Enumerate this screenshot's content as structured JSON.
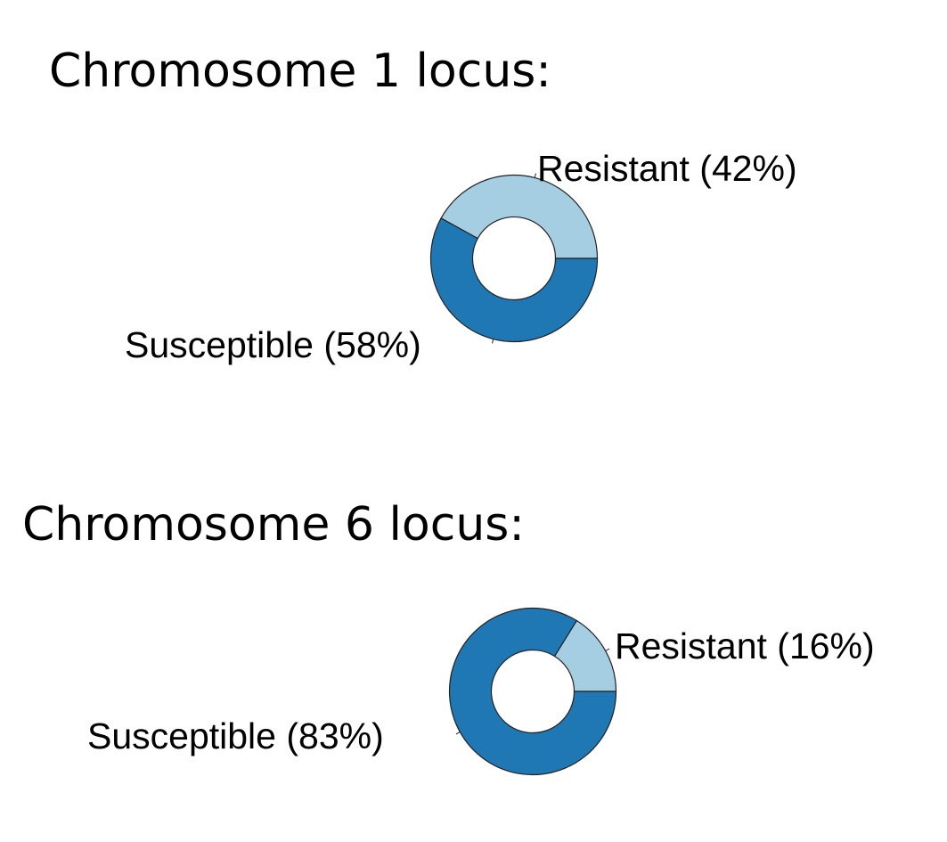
{
  "chart_data": [
    {
      "type": "pie",
      "style": "donut",
      "title": "Chromosome 1 locus:",
      "slices": [
        {
          "label": "Resistant (42%)",
          "category": "Resistant",
          "value": 42,
          "color": "#A6CEE3"
        },
        {
          "label": "Susceptible (58%)",
          "category": "Susceptible",
          "value": 58,
          "color": "#1F78B4"
        }
      ]
    },
    {
      "type": "pie",
      "style": "donut",
      "title": "Chromosome 6 locus:",
      "slices": [
        {
          "label": "Resistant (16%)",
          "category": "Resistant",
          "value": 16,
          "color": "#A6CEE3"
        },
        {
          "label": "Susceptible (83%)",
          "category": "Susceptible",
          "value": 83,
          "color": "#1F78B4"
        }
      ]
    }
  ]
}
